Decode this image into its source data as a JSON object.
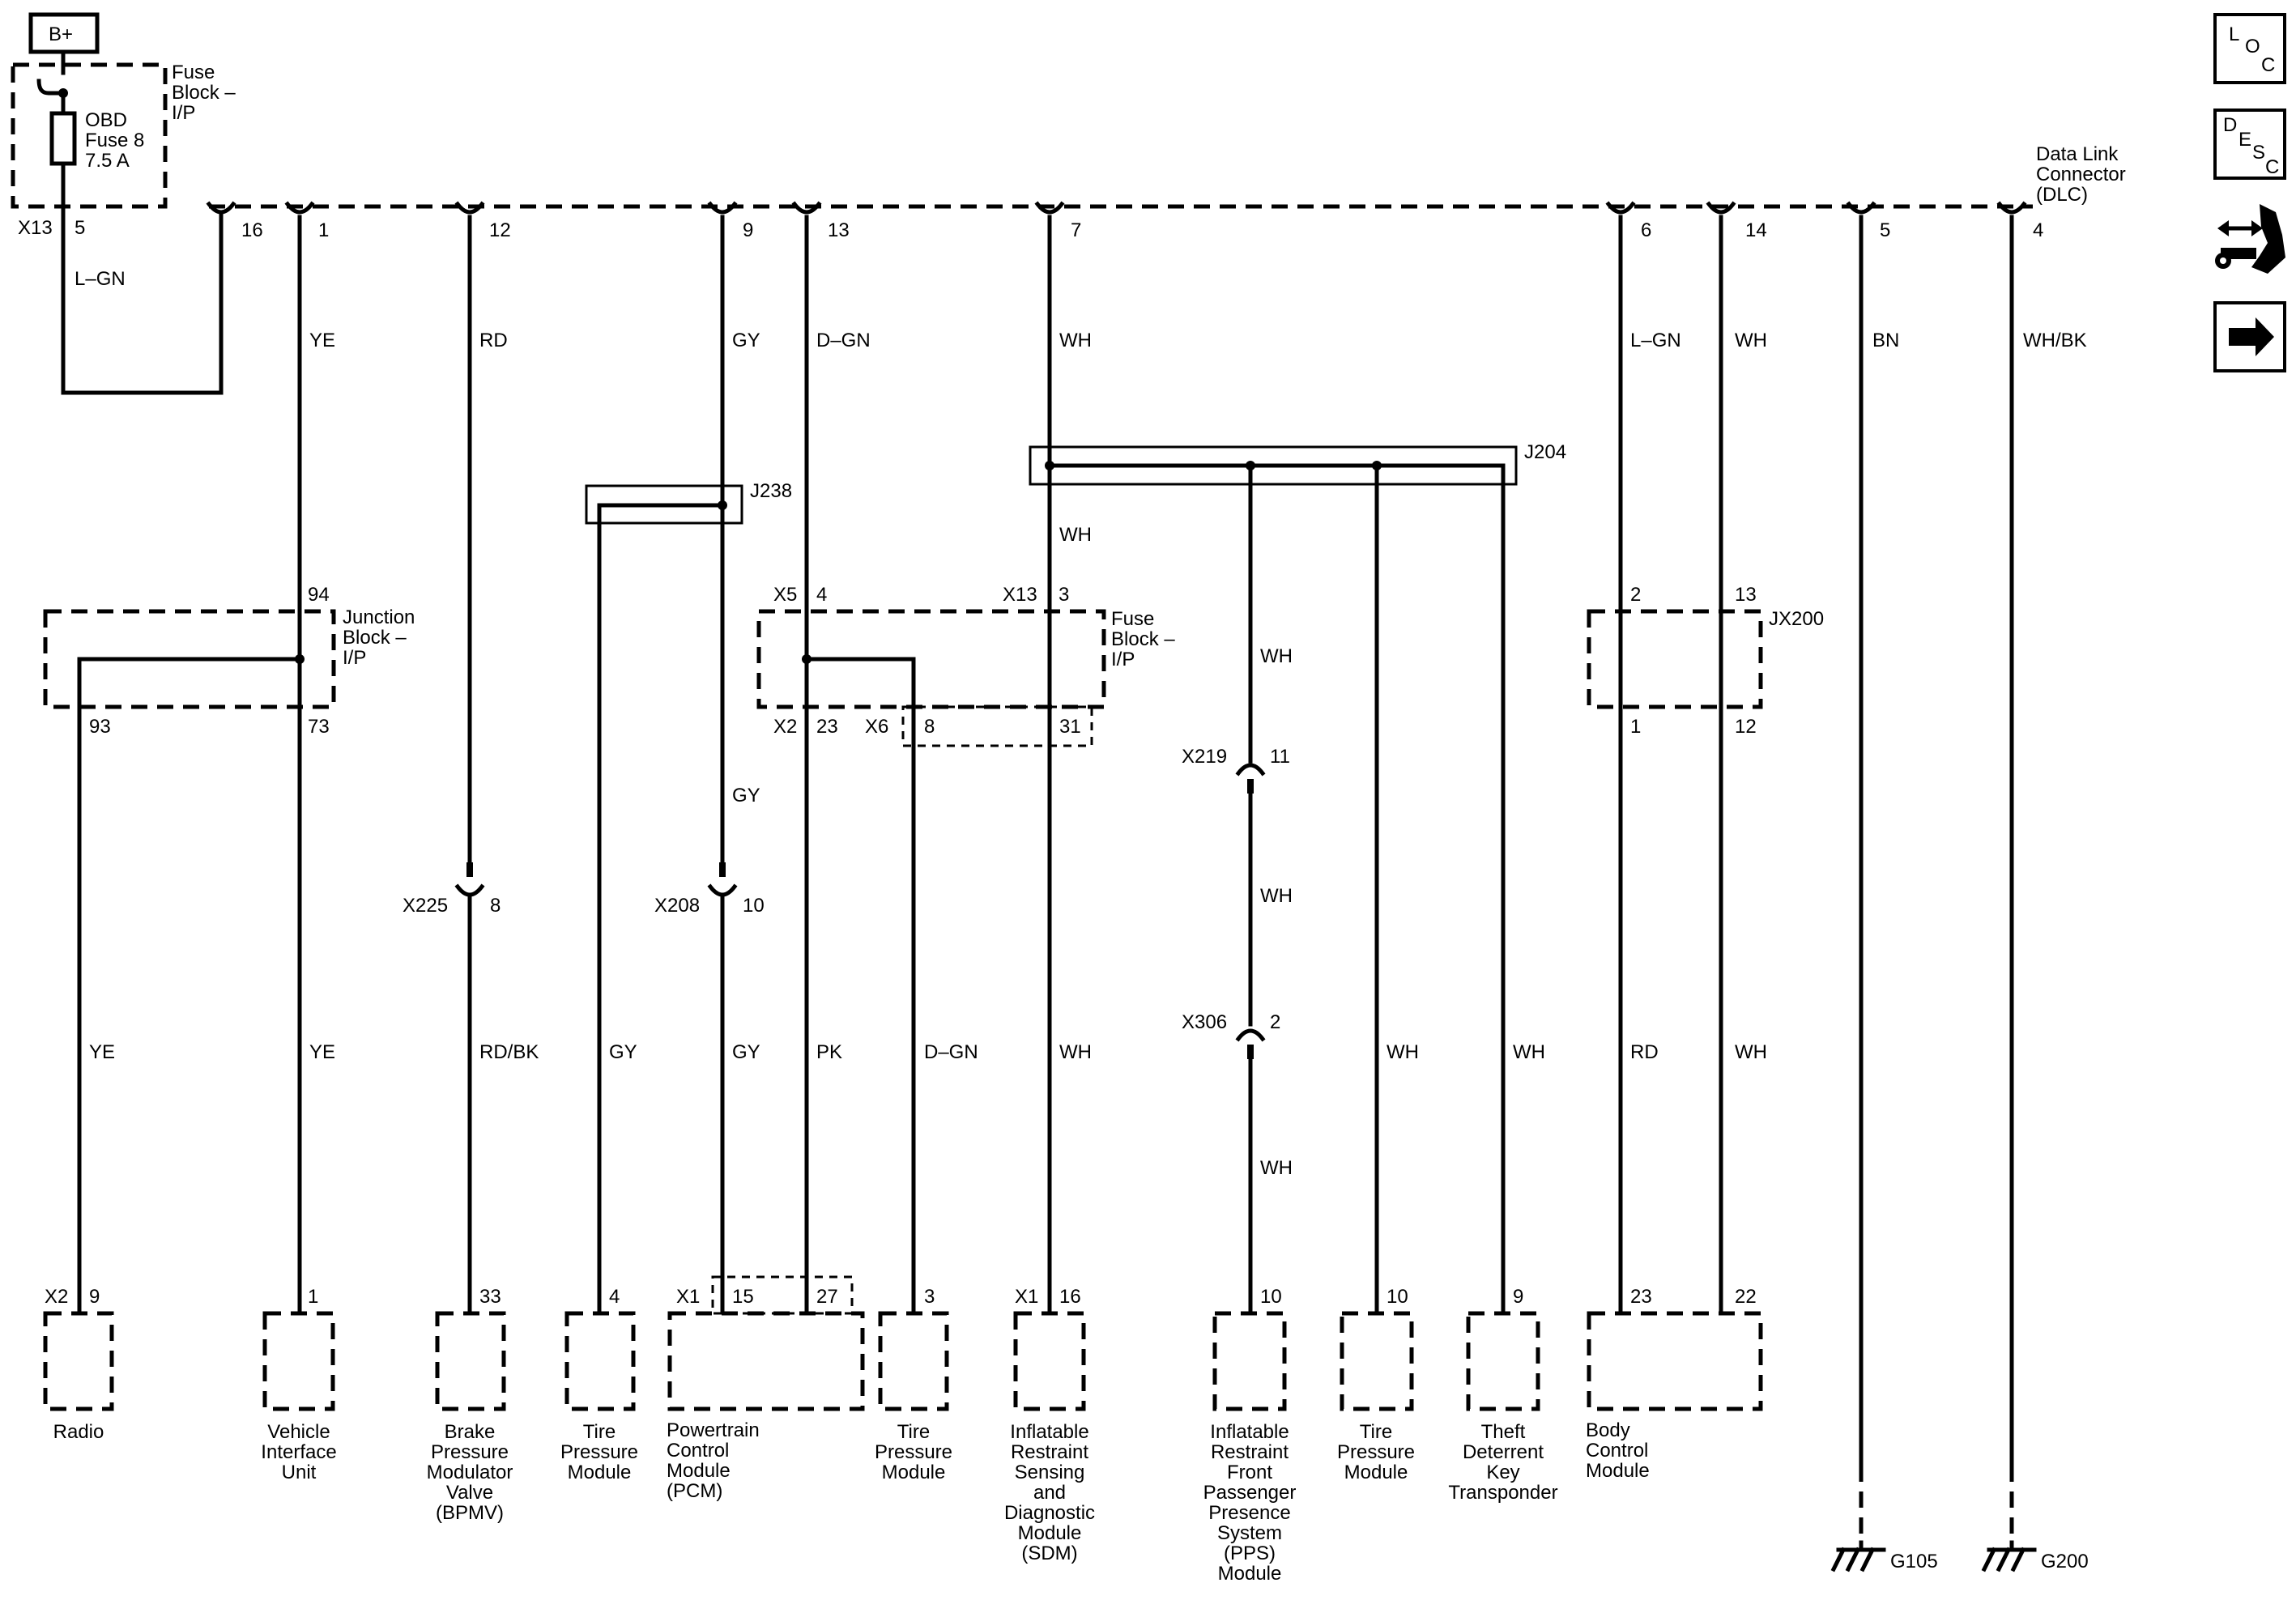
{
  "power": {
    "label": "B+"
  },
  "fuse_block_top": {
    "title_lines": [
      "Fuse",
      "Block –",
      "I/P"
    ],
    "fuse_lines": [
      "OBD",
      "Fuse 8",
      "7.5 A"
    ],
    "connector": "X13",
    "pin": "5",
    "wire": "L–GN"
  },
  "dlc": {
    "title_lines": [
      "Data Link",
      "Connector",
      "(DLC)"
    ]
  },
  "dlc_pins": [
    "16",
    "1",
    "12",
    "9",
    "13",
    "7",
    "6",
    "14",
    "5",
    "4"
  ],
  "wire_colors": {
    "ye": "YE",
    "rd": "RD",
    "gy": "GY",
    "dgn": "D–GN",
    "wh": "WH",
    "lgn": "L–GN",
    "bn": "BN",
    "whbk": "WH/BK",
    "rdbk": "RD/BK",
    "pk": "PK"
  },
  "splices": {
    "j238": "J238",
    "j204": "J204"
  },
  "junction_block": {
    "title_lines": [
      "Junction",
      "Block –",
      "I/P"
    ],
    "pin_in": "94",
    "pin_out_a": "93",
    "pin_out_b": "73"
  },
  "fuse_block_mid": {
    "title_lines": [
      "Fuse",
      "Block –",
      "I/P"
    ],
    "x5": "X5",
    "x5_pin": "4",
    "x13": "X13",
    "x13_pin": "3",
    "x2": "X2",
    "x2_pin": "23",
    "x6": "X6",
    "x6_pin": "8",
    "pin31": "31"
  },
  "jx200": {
    "label": "JX200",
    "pin_a": "2",
    "pin_b": "13",
    "pin_c": "1",
    "pin_d": "12"
  },
  "inline": {
    "x219": "X219",
    "x219_pin": "11",
    "x306": "X306",
    "x306_pin": "2",
    "x225": "X225",
    "x225_pin": "8",
    "x208": "X208",
    "x208_pin": "10"
  },
  "modules": [
    {
      "conn": "X2",
      "pin": "9",
      "lines": [
        "Radio"
      ]
    },
    {
      "conn": "",
      "pin": "1",
      "lines": [
        "Vehicle",
        "Interface",
        "Unit"
      ]
    },
    {
      "conn": "",
      "pin": "33",
      "lines": [
        "Brake",
        "Pressure",
        "Modulator",
        "Valve",
        "(BPMV)"
      ]
    },
    {
      "conn": "",
      "pin": "4",
      "lines": [
        "Tire",
        "Pressure",
        "Module"
      ]
    },
    {
      "conn": "X1",
      "pin": "15",
      "pin2": "27",
      "lines": [
        "Powertrain",
        "Control",
        "Module",
        "(PCM)"
      ]
    },
    {
      "conn": "",
      "pin": "3",
      "lines": [
        "Tire",
        "Pressure",
        "Module"
      ]
    },
    {
      "conn": "X1",
      "pin": "16",
      "lines": [
        "Inflatable",
        "Restraint",
        "Sensing",
        "and",
        "Diagnostic",
        "Module",
        "(SDM)"
      ]
    },
    {
      "conn": "",
      "pin": "10",
      "lines": [
        "Inflatable",
        "Restraint",
        "Front",
        "Passenger",
        "Presence",
        "System",
        "(PPS)",
        "Module"
      ]
    },
    {
      "conn": "",
      "pin": "10",
      "lines": [
        "Tire",
        "Pressure",
        "Module"
      ]
    },
    {
      "conn": "",
      "pin": "9",
      "lines": [
        "Theft",
        "Deterrent",
        "Key",
        "Transponder"
      ]
    },
    {
      "conn": "",
      "pin": "23",
      "pin2": "22",
      "lines": [
        "Body",
        "Control",
        "Module"
      ]
    }
  ],
  "grounds": [
    "G105",
    "G200"
  ],
  "side_icons": [
    "loc-icon",
    "desc-icon",
    "connector-tool-icon",
    "next-arrow-icon"
  ],
  "side_letters": {
    "loc": [
      "L",
      "O",
      "C"
    ],
    "desc": [
      "D",
      "E",
      "S",
      "C"
    ]
  }
}
